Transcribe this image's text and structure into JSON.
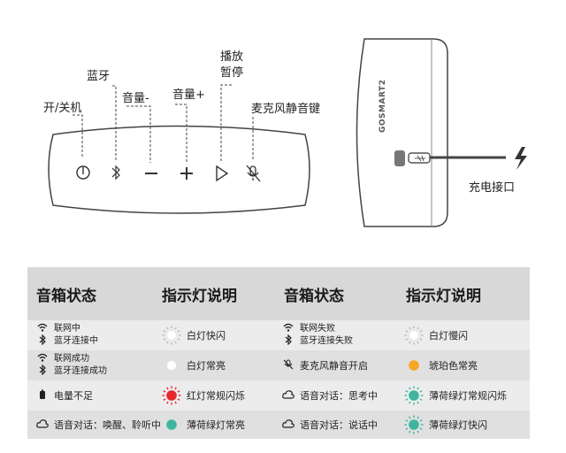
{
  "labels": {
    "power": "开/关机",
    "bluetooth": "蓝牙",
    "vol_down": "音量-",
    "vol_up": "音量+",
    "play_pause_1": "播放",
    "play_pause_2": "暂停",
    "mic_mute": "麦克风静音键",
    "charge_port": "充电接口",
    "brand": "GOSMART2"
  },
  "table": {
    "headers": [
      "音箱状态",
      "指示灯说明",
      "音箱状态",
      "指示灯说明"
    ],
    "rows": [
      {
        "left_status": [
          {
            "icon": "wifi-icon",
            "text": "联网中"
          },
          {
            "icon": "bluetooth-icon",
            "text": "蓝牙连接中"
          }
        ],
        "left_light": {
          "text": "白灯快闪",
          "color": "#ffffff",
          "style": "rays"
        },
        "right_status": [
          {
            "icon": "wifi-icon",
            "text": "联网失败"
          },
          {
            "icon": "bluetooth-icon",
            "text": "蓝牙连接失败"
          }
        ],
        "right_light": {
          "text": "白灯慢闪",
          "color": "#ffffff",
          "style": "rays"
        }
      },
      {
        "left_status": [
          {
            "icon": "wifi-icon",
            "text": "联网成功"
          },
          {
            "icon": "bluetooth-icon",
            "text": "蓝牙连接成功"
          }
        ],
        "left_light": {
          "text": "白灯常亮",
          "color": "#ffffff",
          "style": "solid"
        },
        "right_status": [
          {
            "icon": "mic-mute-icon",
            "text": "麦克风静音开启"
          }
        ],
        "right_light": {
          "text": "琥珀色常亮",
          "color": "#f5a623",
          "style": "solid"
        }
      },
      {
        "left_status": [
          {
            "icon": "battery-icon",
            "text": "电量不足"
          }
        ],
        "left_light": {
          "text": "红灯常规闪烁",
          "color": "#e8262b",
          "style": "rays"
        },
        "right_status": [
          {
            "icon": "cloud-icon",
            "text": "语音对话：思考中"
          }
        ],
        "right_light": {
          "text": "薄荷绿灯常规闪烁",
          "color": "#3fb5a0",
          "style": "rays"
        }
      },
      {
        "left_status": [
          {
            "icon": "cloud-icon",
            "text": "语音对话：唤醒、聆听中"
          }
        ],
        "left_light": {
          "text": "薄荷绿灯常亮",
          "color": "#3fb5a0",
          "style": "solid"
        },
        "right_status": [
          {
            "icon": "cloud-icon",
            "text": "语音对话：说话中"
          }
        ],
        "right_light": {
          "text": "薄荷绿灯快闪",
          "color": "#3fb5a0",
          "style": "rays"
        }
      }
    ]
  }
}
